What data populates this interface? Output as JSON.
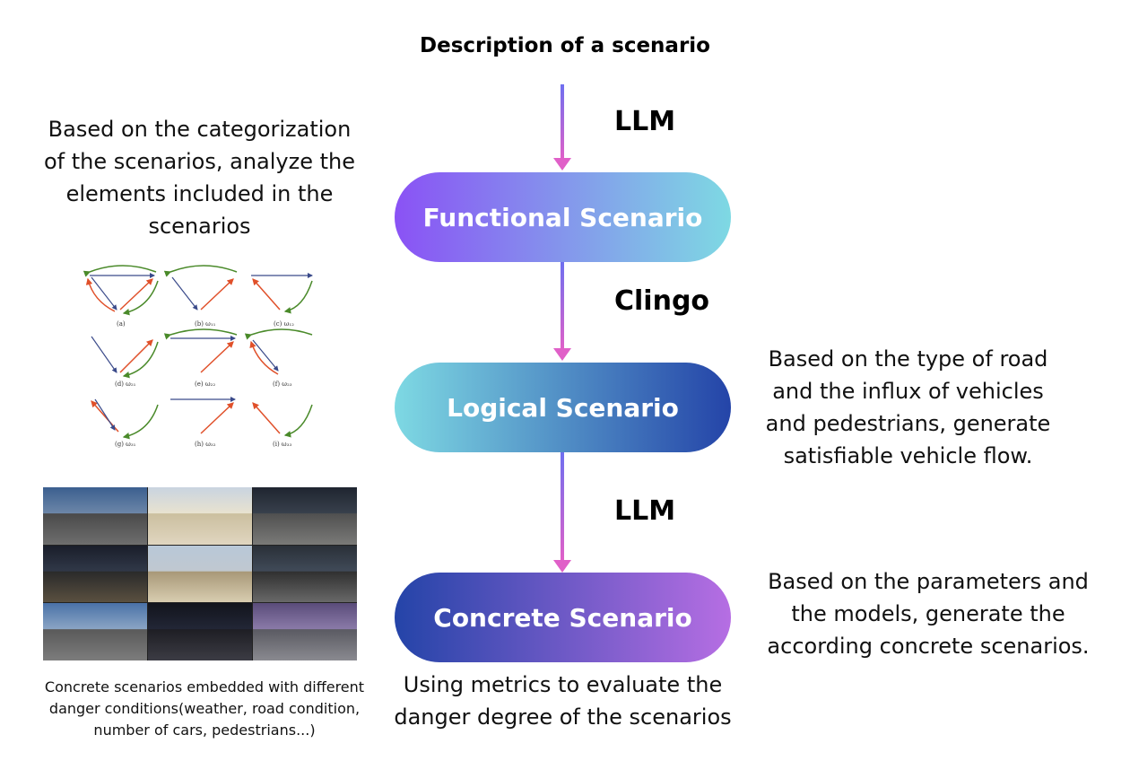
{
  "title": "Description of a scenario",
  "edges": [
    {
      "label": "LLM"
    },
    {
      "label": "Clingo"
    },
    {
      "label": "LLM"
    }
  ],
  "nodes": [
    {
      "label": "Functional Scenario",
      "gradient": [
        "#8a52f5",
        "#7ed9e3"
      ]
    },
    {
      "label": "Logical Scenario",
      "gradient": [
        "#7ed9e3",
        "#2444a8"
      ]
    },
    {
      "label": "Concrete Scenario",
      "gradient": [
        "#2444a8",
        "#b66ee3"
      ]
    }
  ],
  "annotations": {
    "functional": [
      "Based on the categorization",
      "of the scenarios, analyze the",
      "elements included in the",
      "scenarios"
    ],
    "logical": [
      "Based on the type of road",
      "and the influx of vehicles",
      "and pedestrians, generate",
      "satisfiable vehicle flow."
    ],
    "concrete": [
      "Based on the parameters and",
      "the models, generate the",
      "according concrete scenarios."
    ],
    "metrics": [
      "Using metrics to evaluate the",
      "danger degree of the scenarios"
    ]
  },
  "photo_caption": [
    "Concrete scenarios embedded with different",
    "danger conditions(weather, road condition,",
    "number of cars, pedestrians...)"
  ],
  "graph_panels": [
    {
      "caption": "(a)"
    },
    {
      "caption": "(b) ω₁₁"
    },
    {
      "caption": "(c) ω₁₂"
    },
    {
      "caption": "(d) ω₂₁"
    },
    {
      "caption": "(e) ω₂₂"
    },
    {
      "caption": "(f) ω₂₃"
    },
    {
      "caption": "(g) ω₃₁"
    },
    {
      "caption": "(h) ω₃₂"
    },
    {
      "caption": "(i) ω₃₃"
    }
  ],
  "colors": {
    "arrow_top": "#6f6ff0",
    "arrow_bottom": "#e060c8",
    "graph_green": "#4a8a2a",
    "graph_red": "#e0502a",
    "graph_blue": "#3a4a8a"
  }
}
